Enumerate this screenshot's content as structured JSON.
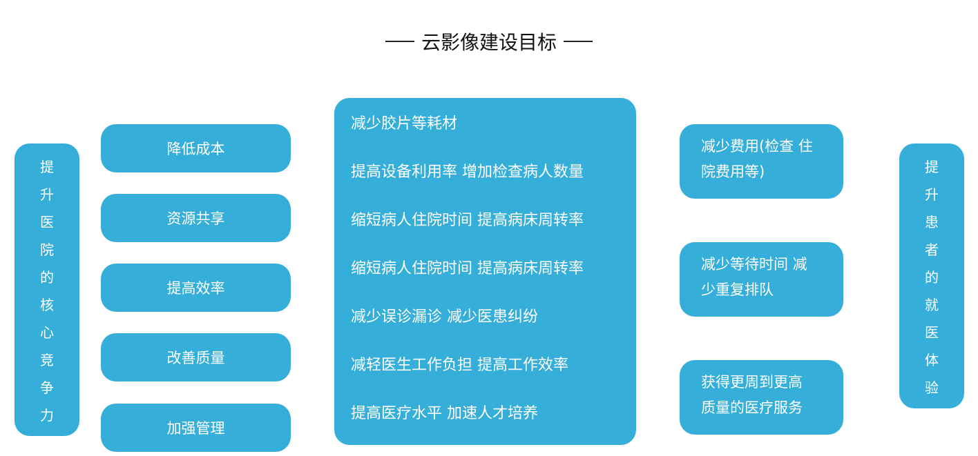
{
  "title": "云影像建设目标",
  "left_vertical": [
    "提",
    "升",
    "医",
    "院",
    "的",
    "核",
    "心",
    "竞",
    "争",
    "力"
  ],
  "left_pills": [
    "降低成本",
    "资源共享",
    "提高效率",
    "改善质量",
    "加强管理"
  ],
  "center_items": [
    "减少胶片等耗材",
    "提高设备利用率 增加检查病人数量",
    "缩短病人住院时间 提高病床周转率",
    "缩短病人住院时间 提高病床周转率",
    "减少误诊漏诊 减少医患纠纷",
    "减轻医生工作负担 提高工作效率",
    "提高医疗水平 加速人才培养"
  ],
  "right_boxes": [
    {
      "line1": "减少费用(检查 住",
      "line2": "院费用等)"
    },
    {
      "line1": "减少等待时间 减",
      "line2": "少重复排队"
    },
    {
      "line1": "获得更周到更高",
      "line2": "质量的医疗服务"
    }
  ],
  "right_vertical": [
    "提",
    "升",
    "患",
    "者",
    "的",
    "就",
    "医",
    "体",
    "验"
  ],
  "colors": {
    "box": "#35aed9",
    "text_on_box": "#ffffff",
    "title": "#111111"
  }
}
